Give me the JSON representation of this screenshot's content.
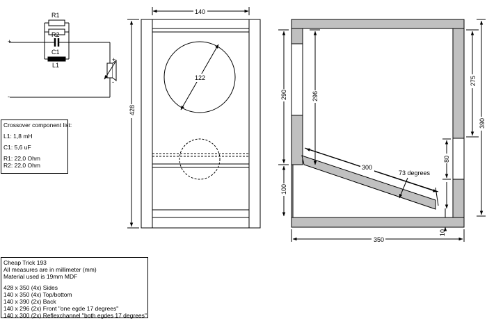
{
  "schematic": {
    "r1": "R1",
    "r2": "R2",
    "c1": "C1",
    "l1": "L1",
    "plus_left": "+",
    "minus_left": "-",
    "plus_right": "+",
    "minus_right": "-"
  },
  "components": {
    "heading": "Crossover component list:",
    "l1": "L1: 1,8 mH",
    "c1": "C1: 5,6 uF",
    "r1": "R1: 22,0 Ohm",
    "r2": "R2: 22,0 Ohm"
  },
  "front": {
    "width": "140",
    "height": "428",
    "driver": "122"
  },
  "side": {
    "d290": "290",
    "d296": "296",
    "d275": "275",
    "d390": "390",
    "d100": "100",
    "d300": "300",
    "angle": "73 degrees",
    "d80": "80",
    "d350": "350",
    "d10": "10"
  },
  "info": {
    "title": "Cheap Trick 193",
    "line1": "All measures are in millimeter (mm)",
    "line2": "Material used is 19mm MDF",
    "parts": [
      "428 x 350  (4x) Sides",
      "140 x 350  (4x) Top/bottom",
      "140 x 390  (2x) Back",
      "140 x 296  (2x) Front \"one egde 17 degrees\"",
      "140 x 300  (2x) Reflexchannel \"both egdes 17 degrees\""
    ]
  }
}
